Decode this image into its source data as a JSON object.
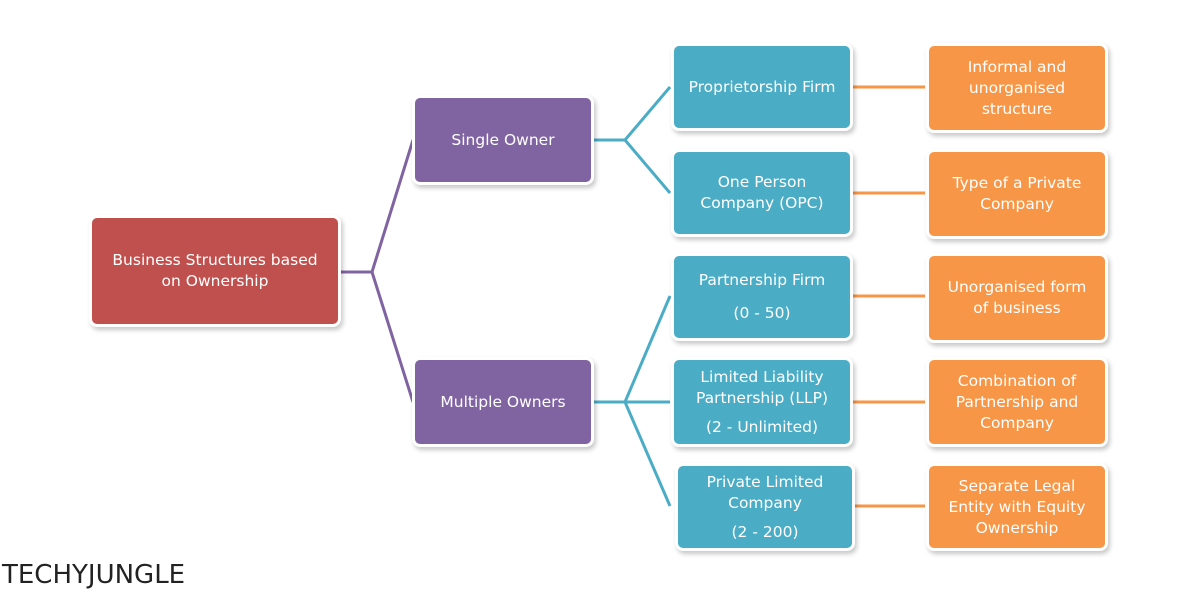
{
  "root": {
    "lines": [
      "Business Structures based",
      "on Ownership"
    ]
  },
  "owners": [
    {
      "label": "Single Owner"
    },
    {
      "label": "Multiple Owners"
    }
  ],
  "types": [
    {
      "lines": [
        "Proprietorship Firm"
      ]
    },
    {
      "lines": [
        "One Person",
        "Company (OPC)"
      ]
    },
    {
      "lines": [
        "Partnership Firm"
      ],
      "range": "(0 - 50)"
    },
    {
      "lines": [
        "Limited Liability",
        "Partnership (LLP)"
      ],
      "range": "(2 - Unlimited)"
    },
    {
      "lines": [
        "Private Limited",
        "Company"
      ],
      "range": "(2 - 200)"
    }
  ],
  "descriptions": [
    {
      "lines": [
        "Informal and",
        "unorganised",
        "structure"
      ]
    },
    {
      "lines": [
        "Type of a Private",
        "Company"
      ]
    },
    {
      "lines": [
        "Unorganised form",
        "of business"
      ]
    },
    {
      "lines": [
        "Combination of",
        "Partnership and",
        "Company"
      ]
    },
    {
      "lines": [
        "Separate Legal",
        "Entity with Equity",
        "Ownership"
      ]
    }
  ],
  "watermark": "TECHYJUNGLE",
  "colors": {
    "root": "#c0504d",
    "owner": "#8064a2",
    "type": "#4bacc6",
    "description": "#f79646",
    "owner_connector": "#8064a2",
    "type_connector": "#4bacc6",
    "description_connector": "#f79646"
  }
}
